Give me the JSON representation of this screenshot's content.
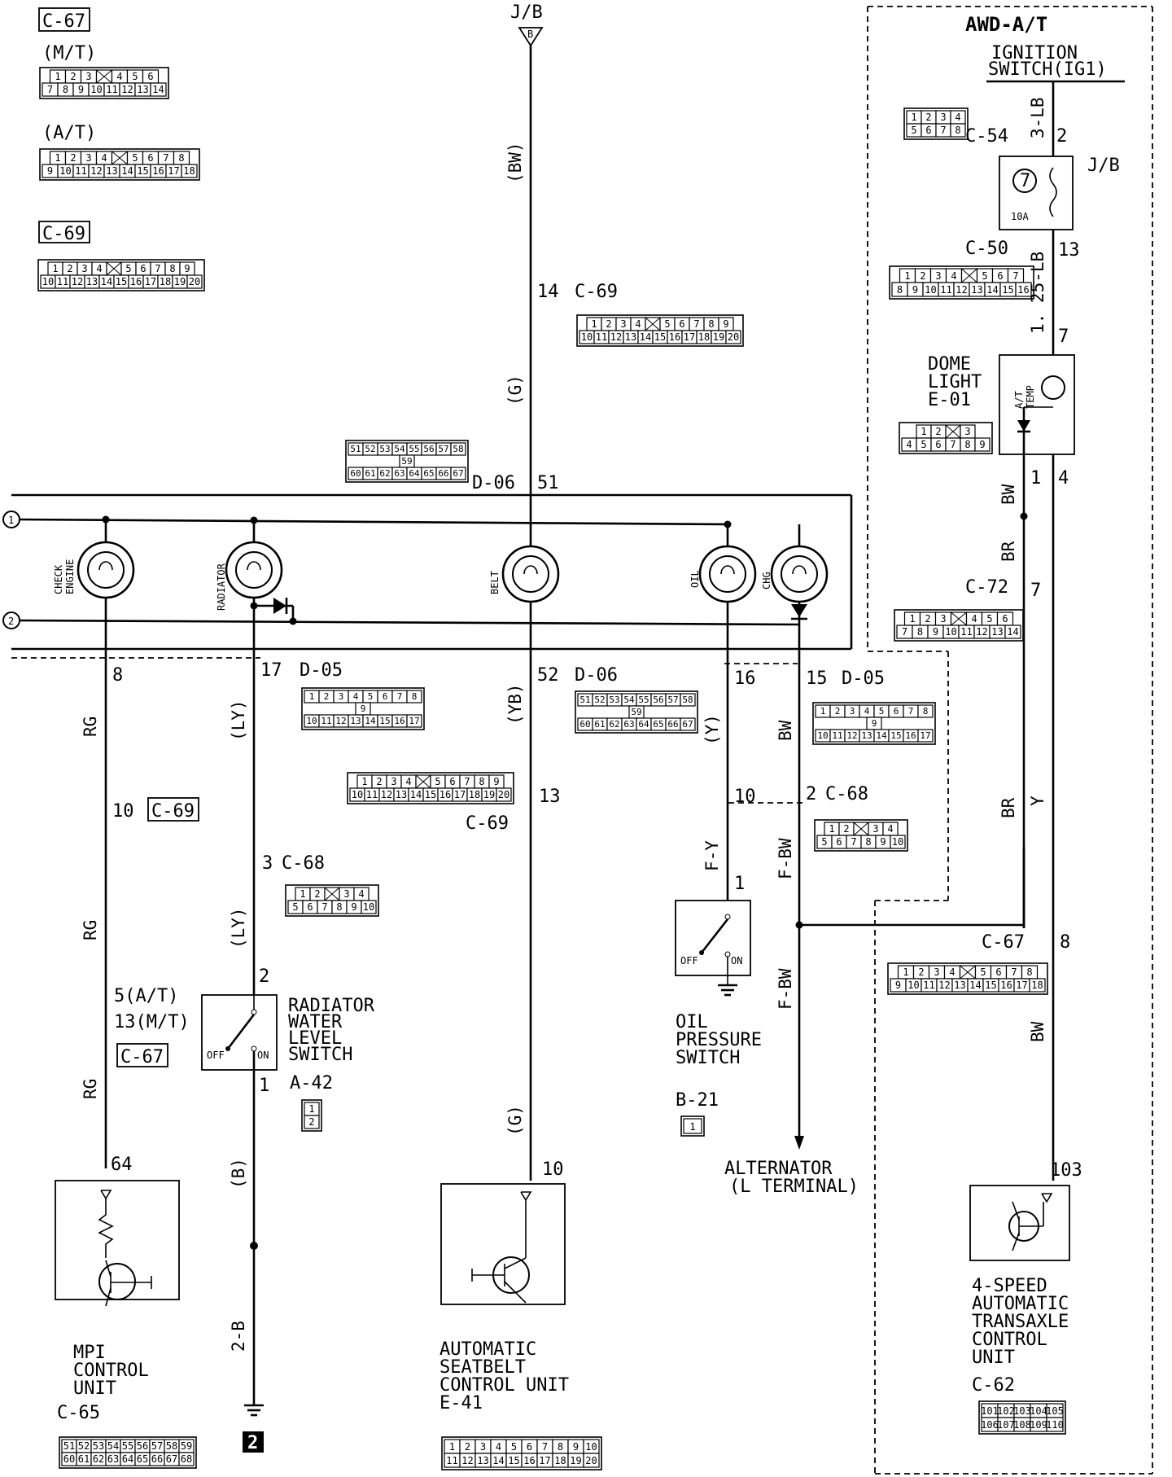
{
  "labels": {
    "c67": "C-67",
    "mt": "(M/T)",
    "at": "(A/T)",
    "c69": "C-69",
    "jb": "J/B",
    "jb_conn": "B",
    "awd_at": "AWD-A/T",
    "ign_sw_1": "IGNITION",
    "ign_sw_2": "SWITCH(IG1)",
    "c54": "C-54",
    "c50": "C-50",
    "c72": "C-72",
    "c68": "C-68",
    "c65": "C-65",
    "c62": "C-62",
    "d06": "D-06",
    "d05": "D-05",
    "a42": "A-42",
    "b21": "B-21",
    "e01": "E-01",
    "e41": "E-41",
    "fuse_num": "7",
    "fuse_amp": "10A",
    "dome_1": "DOME",
    "dome_2": "LIGHT",
    "at_temp_1": "A/T",
    "at_temp_2": "TEMP",
    "check_1": "CHECK",
    "check_2": "ENGINE",
    "radiator": "RADIATOR",
    "belt": "BELT",
    "oil": "OIL",
    "chg": "CHG",
    "term1": "1",
    "term2": "2",
    "ground_num": "2",
    "off": "OFF",
    "on": "ON",
    "mpi_1": "MPI",
    "mpi_2": "CONTROL",
    "mpi_3": "UNIT",
    "rad_sw_1": "RADIATOR",
    "rad_sw_2": "WATER",
    "rad_sw_3": "LEVEL",
    "rad_sw_4": "SWITCH",
    "oil_sw_1": "OIL",
    "oil_sw_2": "PRESSURE",
    "oil_sw_3": "SWITCH",
    "seat_1": "AUTOMATIC",
    "seat_2": "SEATBELT",
    "seat_3": "CONTROL UNIT",
    "alt_1": "ALTERNATOR",
    "alt_2": "(L TERMINAL)",
    "tcu_1": "4-SPEED",
    "tcu_2": "AUTOMATIC",
    "tcu_3": "TRANSAXLE",
    "tcu_4": "CONTROL",
    "tcu_5": "UNIT"
  },
  "wires": {
    "bw": "(BW)",
    "g": "(G)",
    "rg": "RG",
    "ly": "(LY)",
    "yb": "(YB)",
    "y": "(Y)",
    "bw2": "BW",
    "fy": "F-Y",
    "fbw": "F-BW",
    "b": "(B)",
    "b2": "2-B",
    "lb3": "3-LB",
    "lb125": "1. 25-LB",
    "br": "BR",
    "yy": "Y"
  },
  "pins": {
    "p14": "14",
    "p51": "51",
    "p8": "8",
    "p17": "17",
    "p52": "52",
    "p16": "16",
    "p15": "15",
    "p10": "10",
    "p3": "3",
    "p13": "13",
    "p10b": "10",
    "p2": "2",
    "p1": "1",
    "p5at": "5(A/T)",
    "p13mt": "13(M/T)",
    "p64": "64",
    "p1b": "1",
    "p10c": "10",
    "p2b": "2",
    "p13b": "13",
    "p7": "7",
    "p1c": "1",
    "p4": "4",
    "p7b": "7",
    "p8b": "8",
    "p103": "103"
  },
  "connectors": {
    "c67_mt_top": [
      "1",
      "2",
      "3",
      "",
      "4",
      "5",
      "6"
    ],
    "c67_mt_bot": [
      "7",
      "8",
      "9",
      "10",
      "11",
      "12",
      "13",
      "14"
    ],
    "c67_at_top": [
      "1",
      "2",
      "3",
      "4",
      "",
      "5",
      "6",
      "7",
      "8"
    ],
    "c67_at_bot": [
      "9",
      "10",
      "11",
      "12",
      "13",
      "14",
      "15",
      "16",
      "17",
      "18"
    ],
    "c69_top": [
      "1",
      "2",
      "3",
      "4",
      "",
      "5",
      "6",
      "7",
      "8",
      "9"
    ],
    "c69_bot": [
      "10",
      "11",
      "12",
      "13",
      "14",
      "15",
      "16",
      "17",
      "18",
      "19",
      "20"
    ],
    "c54_top": [
      "1",
      "2",
      "3",
      "4"
    ],
    "c54_bot": [
      "5",
      "6",
      "7",
      "8"
    ],
    "c50_top": [
      "1",
      "2",
      "3",
      "4",
      "",
      "5",
      "6",
      "7"
    ],
    "c50_bot": [
      "8",
      "9",
      "10",
      "11",
      "12",
      "13",
      "14",
      "15",
      "16"
    ],
    "e01_top": [
      "1",
      "2",
      "",
      "3"
    ],
    "e01_bot": [
      "4",
      "5",
      "6",
      "7",
      "8",
      "9"
    ],
    "d06_top": [
      "51",
      "52",
      "53",
      "54",
      "55",
      "56",
      "57",
      "58"
    ],
    "d06_mid": [
      "59"
    ],
    "d06_bot": [
      "60",
      "61",
      "62",
      "63",
      "64",
      "65",
      "66",
      "67"
    ],
    "c72_top": [
      "1",
      "2",
      "3",
      "",
      "4",
      "5",
      "6"
    ],
    "c72_bot": [
      "7",
      "8",
      "9",
      "10",
      "11",
      "12",
      "13",
      "14"
    ],
    "d05_top": [
      "1",
      "2",
      "3",
      "4",
      "5",
      "6",
      "7",
      "8"
    ],
    "d05_mid": [
      "9"
    ],
    "d05_bot": [
      "10",
      "11",
      "12",
      "13",
      "14",
      "15",
      "16",
      "17"
    ],
    "c68_top": [
      "1",
      "2",
      "",
      "3",
      "4"
    ],
    "c68_bot": [
      "5",
      "6",
      "7",
      "8",
      "9",
      "10"
    ],
    "a42": [
      "1",
      "2"
    ],
    "b21": [
      "1"
    ],
    "c65_top": [
      "51",
      "52",
      "53",
      "54",
      "55",
      "56",
      "57",
      "58",
      "59"
    ],
    "c65_bot": [
      "60",
      "61",
      "62",
      "63",
      "64",
      "65",
      "66",
      "67",
      "68"
    ],
    "e41_top": [
      "1",
      "2",
      "3",
      "4",
      "5",
      "6",
      "7",
      "8",
      "9",
      "10"
    ],
    "e41_bot": [
      "11",
      "12",
      "13",
      "14",
      "15",
      "16",
      "17",
      "18",
      "19",
      "20"
    ],
    "c62_top": [
      "101",
      "102",
      "103",
      "104",
      "105"
    ],
    "c62_bot": [
      "106",
      "107",
      "108",
      "109",
      "110"
    ]
  }
}
